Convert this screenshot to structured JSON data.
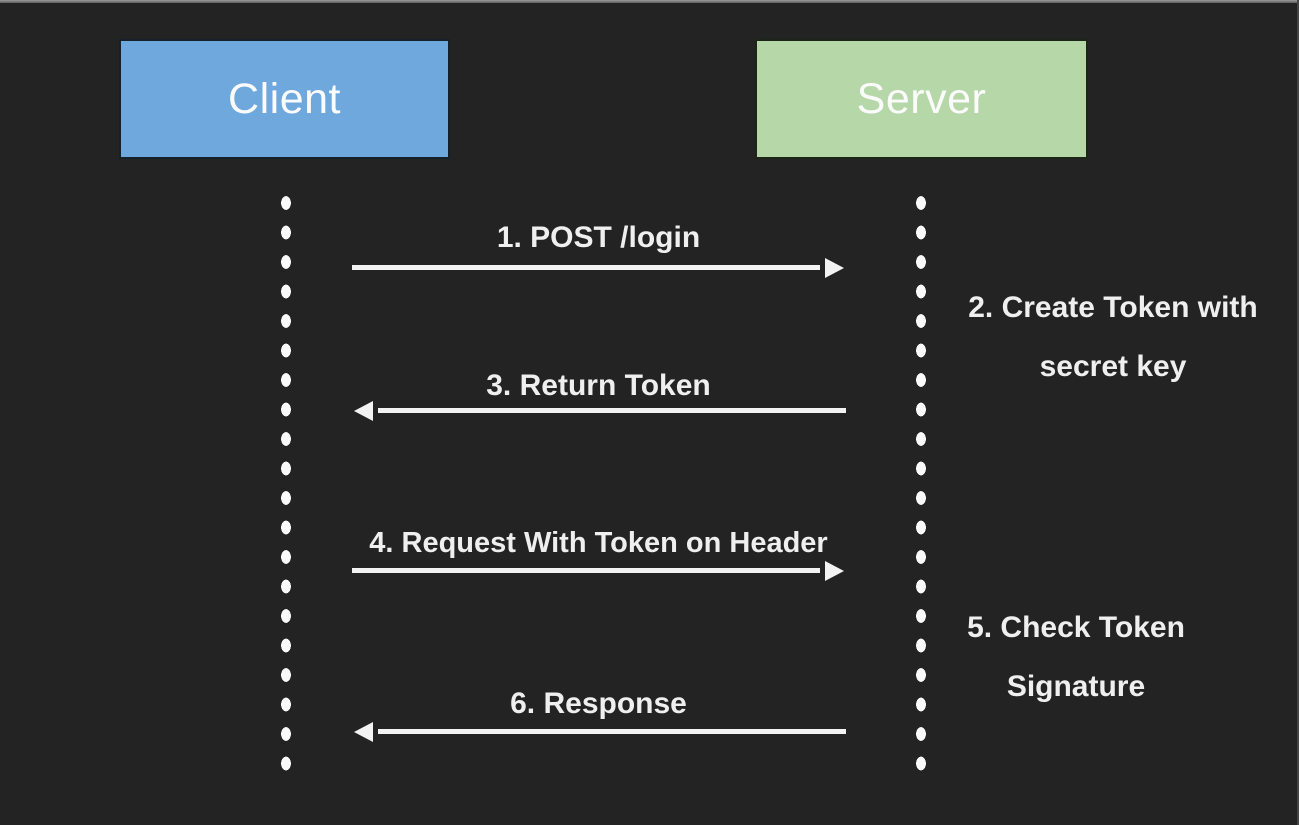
{
  "diagram": {
    "type": "sequence-diagram",
    "colors": {
      "background": "#232323",
      "client_fill": "#6fa8dc",
      "server_fill": "#b6d7a8",
      "line": "#f3f3f3",
      "text": "#efefef"
    },
    "actors": [
      {
        "id": "client",
        "label": "Client",
        "fill": "#6fa8dc"
      },
      {
        "id": "server",
        "label": "Server",
        "fill": "#b6d7a8"
      }
    ],
    "messages": [
      {
        "step": 1,
        "label": "1. POST /login",
        "direction": "right"
      },
      {
        "step": 3,
        "label": "3. Return Token",
        "direction": "left"
      },
      {
        "step": 4,
        "label": "4. Request With Token on Header",
        "direction": "right"
      },
      {
        "step": 6,
        "label": "6. Response",
        "direction": "left"
      }
    ],
    "notes": [
      {
        "step": 2,
        "lines": [
          "2. Create Token with",
          "secret key"
        ],
        "attached_to": "server"
      },
      {
        "step": 5,
        "lines": [
          "5. Check Token",
          "Signature"
        ],
        "attached_to": "server"
      }
    ]
  }
}
